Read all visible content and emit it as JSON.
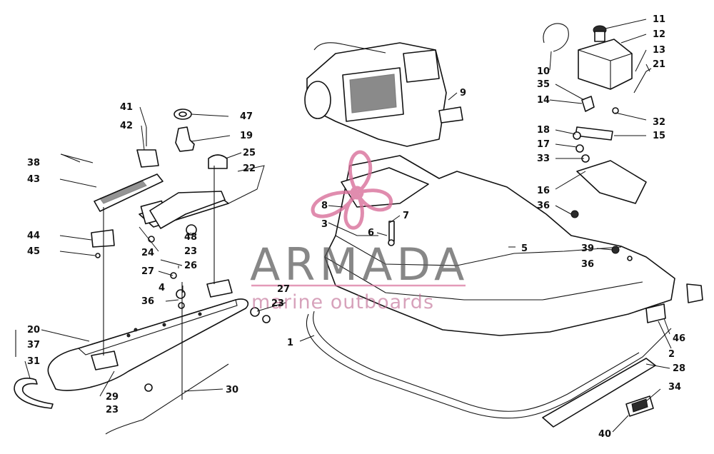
{
  "watermark": {
    "brand": "ARMADA",
    "tagline": "marine outboards",
    "accent_color": "#d9709b",
    "text_color": "#5a5a5a"
  },
  "callouts": {
    "c1": "1",
    "c2": "2",
    "c3": "3",
    "c4": "4",
    "c5": "5",
    "c6": "6",
    "c7": "7",
    "c8": "8",
    "c9": "9",
    "c10": "10",
    "c11": "11",
    "c12": "12",
    "c13": "13",
    "c14": "14",
    "c15": "15",
    "c16": "16",
    "c17": "17",
    "c18": "18",
    "c19": "19",
    "c20": "20",
    "c21": "21",
    "c22": "22",
    "c23": "23",
    "c24": "24",
    "c25": "25",
    "c26": "26",
    "c27": "27",
    "c28": "28",
    "c29": "29",
    "c30": "30",
    "c31": "31",
    "c32": "32",
    "c33": "33",
    "c34": "34",
    "c35": "35",
    "c36": "36",
    "c37": "37",
    "c38": "38",
    "c39": "39",
    "c40": "40",
    "c41": "41",
    "c42": "42",
    "c43": "43",
    "c44": "44",
    "c45": "45",
    "c46": "46",
    "c47": "47",
    "c48": "48"
  }
}
